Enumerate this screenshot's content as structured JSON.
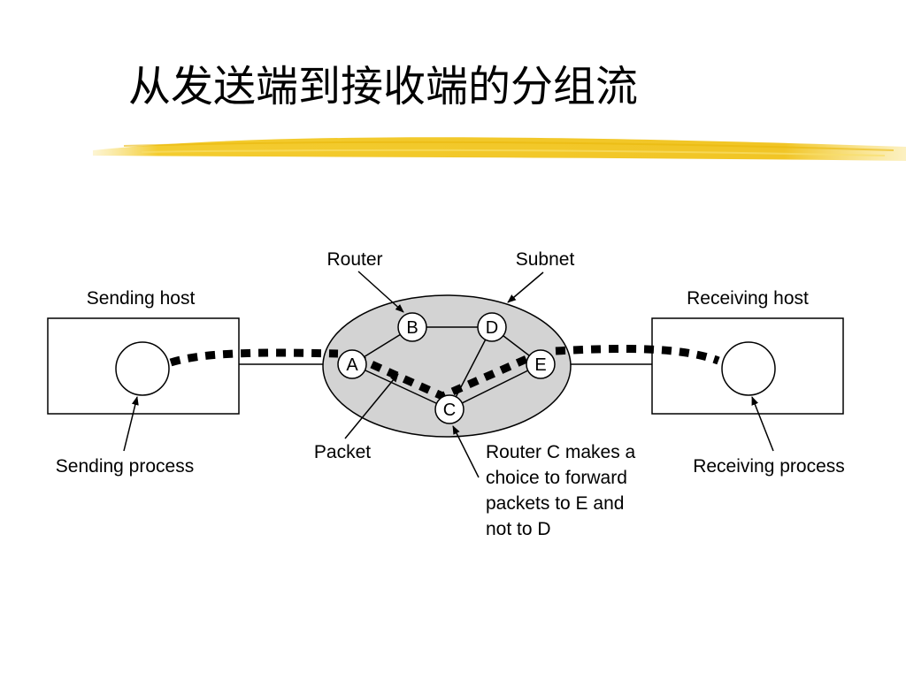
{
  "slide": {
    "title": "从发送端到接收端的分组流"
  },
  "diagram": {
    "sending_host_label": "Sending host",
    "receiving_host_label": "Receiving host",
    "router_label": "Router",
    "subnet_label": "Subnet",
    "packet_label": "Packet",
    "sending_process_label": "Sending process",
    "receiving_process_label": "Receiving process",
    "router_c_note": [
      "Router C makes a",
      "choice to forward",
      "packets to E and",
      "not to D"
    ],
    "routers": [
      "A",
      "B",
      "C",
      "D",
      "E"
    ],
    "colors": {
      "subnet_fill": "#d3d3d3",
      "title_underline": "#f2c618",
      "packet_stream": "#000000"
    }
  }
}
